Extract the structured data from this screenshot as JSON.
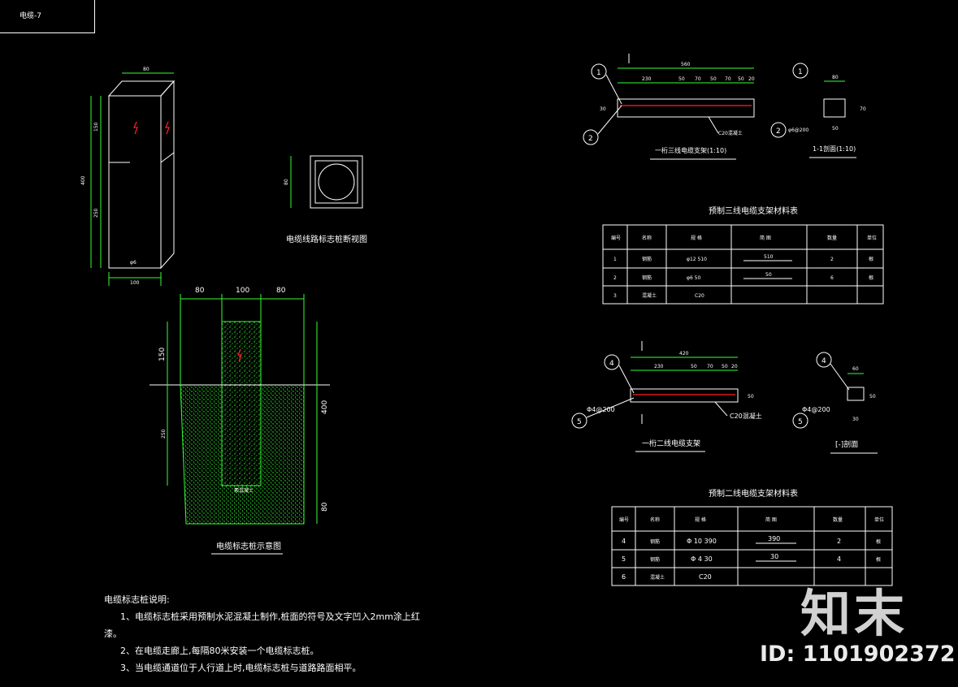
{
  "sheet_tag": "电缆-7",
  "marker": {
    "section_title": "电缆线路标志桩断视图",
    "dims": {
      "top": "80",
      "upper": "150",
      "total": "400",
      "lower": "250",
      "bottom": "100"
    },
    "base_label": "φ6"
  },
  "pile": {
    "title": "电缆标志桩示意图",
    "dims": {
      "left": "80",
      "mid": "100",
      "right": "80",
      "above": "150",
      "depth": "400",
      "inner": "250",
      "base": "80"
    },
    "bottom_label": "素混凝土"
  },
  "notes": {
    "title": "电缆标志桩说明:",
    "items": [
      "1、电缆标志桩采用预制水泥混凝土制作,桩面的符号及文字凹入2mm涂上红",
      "漆。",
      "2、在电缆走廊上,每隔80米安装一个电缆标志桩。",
      "3、当电缆通道位于人行道上时,电缆标志桩与道路路面相平。"
    ]
  },
  "three_wire": {
    "title": "一桁三线电缆支架(1:10)",
    "total": "560",
    "segments": [
      "230",
      "50",
      "70",
      "50",
      "70",
      "50",
      "20"
    ],
    "height": "30",
    "concrete_label": "C20混凝土",
    "circle_1": "1",
    "circle_2": "2",
    "section_title": "1-1剖面(1:10)",
    "section_top": "80",
    "section_bottom": "50",
    "section_height": "70",
    "rebar_label": "φ6@200"
  },
  "table1": {
    "title": "预制三线电缆支架材料表",
    "headers": [
      "编号",
      "名称",
      "规  格",
      "简  图",
      "数量",
      "单位"
    ],
    "rows": [
      [
        "1",
        "钢筋",
        "φ12  510",
        "510",
        "2",
        "根"
      ],
      [
        "2",
        "钢筋",
        "φ6  50",
        "50",
        "6",
        "根"
      ],
      [
        "3",
        "混凝土",
        "C20",
        "",
        "",
        ""
      ]
    ]
  },
  "two_wire": {
    "title": "一桁二线电缆支架",
    "total": "420",
    "segments": [
      "230",
      "50",
      "70",
      "50",
      "20"
    ],
    "height": "50",
    "concrete_label": "C20混凝土",
    "circle_4": "4",
    "circle_5": "5",
    "rebar_label": "Φ4@200",
    "section_title": "[-]剖面",
    "section_top": "60",
    "section_bottom": "30",
    "section_height": "50",
    "section_rebar": "Φ4@200"
  },
  "table2": {
    "title": "预制二线电缆支架材料表",
    "headers": [
      "编号",
      "名称",
      "规  格",
      "简  图",
      "数量",
      "单位"
    ],
    "rows": [
      [
        "4",
        "钢筋",
        "Φ 10  390",
        "390",
        "2",
        "根"
      ],
      [
        "5",
        "钢筋",
        "Φ 4  30",
        "30",
        "4",
        "根"
      ],
      [
        "6",
        "混凝土",
        "C20",
        "",
        "",
        ""
      ]
    ]
  },
  "watermark": {
    "brand": "知末",
    "id": "ID: 1101902372"
  },
  "colors": {
    "background": "#000000",
    "line": "#ffffff",
    "green": "#33ff33",
    "magenta": "#dd00dd",
    "red": "#ff2222"
  }
}
